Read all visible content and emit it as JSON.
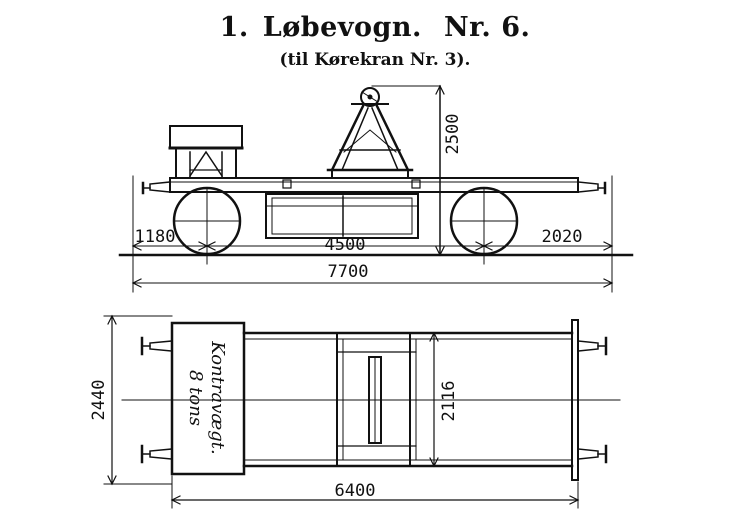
{
  "title": {
    "number": "1.",
    "name": "Løbevogn.",
    "nr": "Nr. 6."
  },
  "subtitle": "(til Kørekran Nr. 3).",
  "side_view": {
    "dim_height": "2500",
    "dim_left_overhang": "1180",
    "dim_wheelbase": "4500",
    "dim_right_overhang": "2020",
    "dim_total_length": "7700"
  },
  "plan_view": {
    "dim_overall_width": "2440",
    "dim_inner_width": "2116",
    "dim_length": "6400",
    "counterweight_line1": "8 tons",
    "counterweight_line2": "Kontravægt."
  }
}
